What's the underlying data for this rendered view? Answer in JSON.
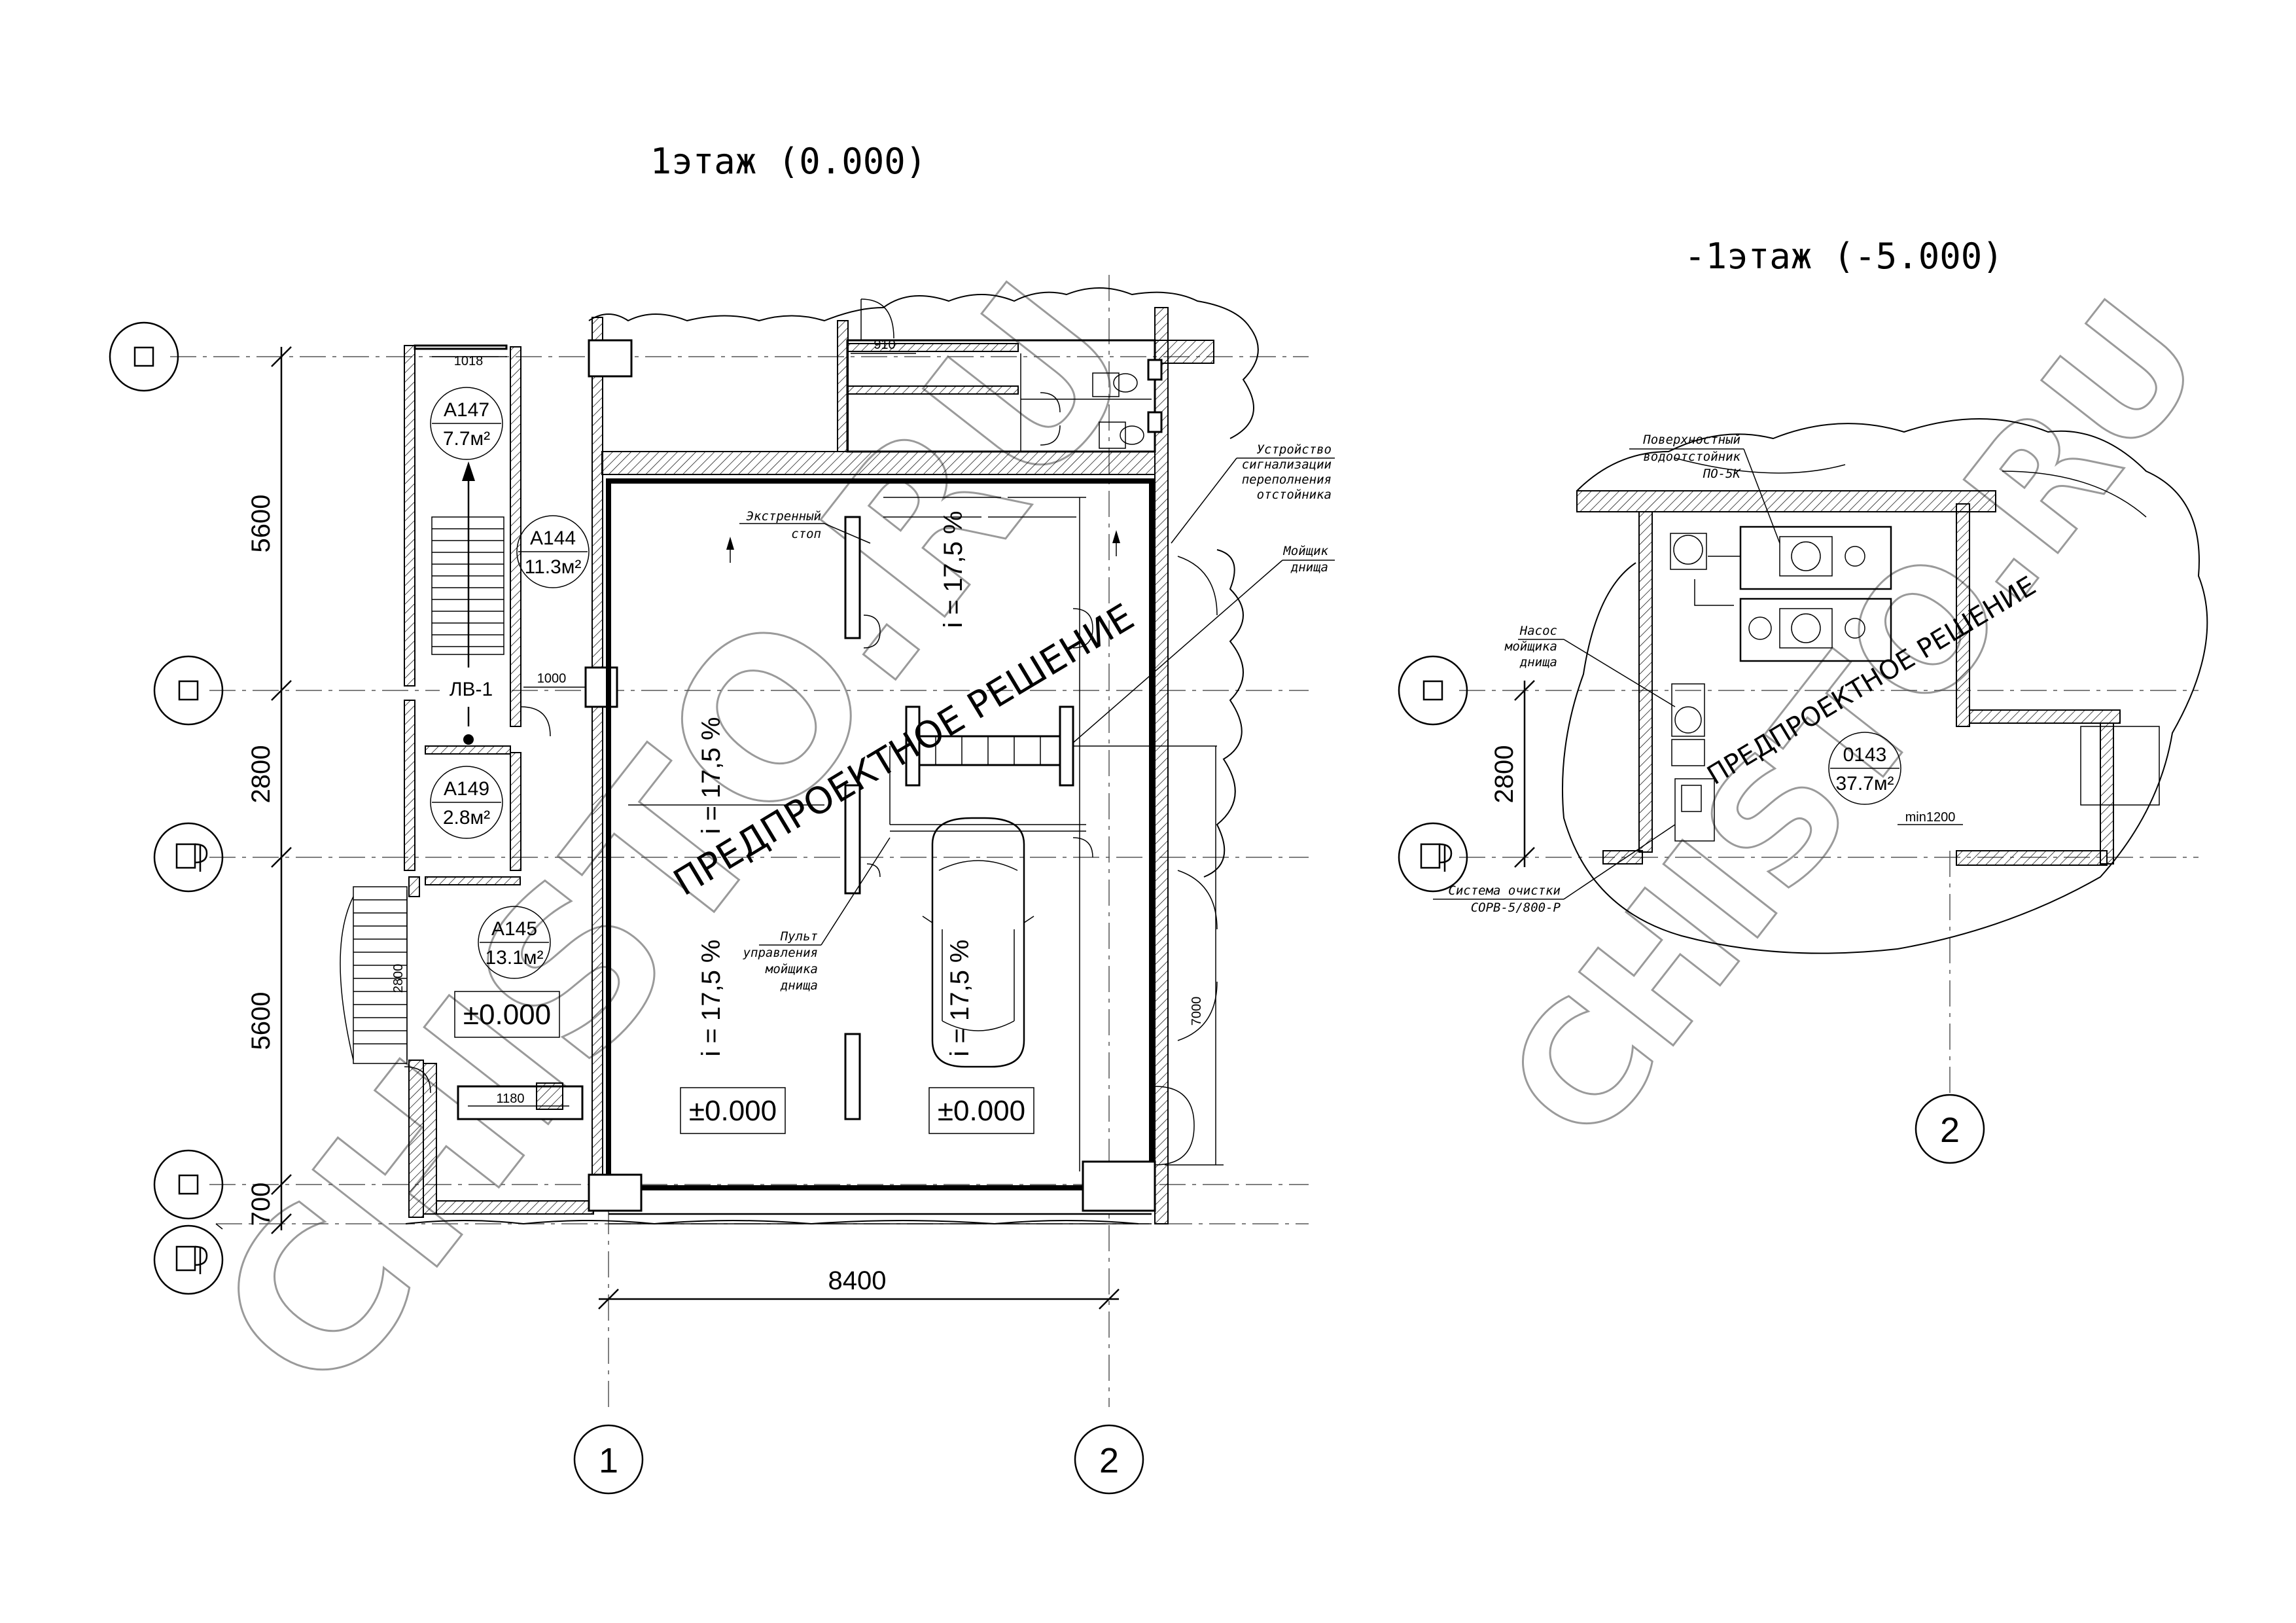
{
  "plans": [
    {
      "title": "1этаж (0.000)",
      "axes_vertical": [
        "1",
        "2"
      ],
      "dimensions": {
        "left_chain": [
          "5600",
          "2800",
          "5600",
          "700"
        ],
        "bottom": "8400",
        "small": [
          "1018",
          "910",
          "1000",
          "2800",
          "1180",
          "7000"
        ]
      },
      "rooms": [
        {
          "id": "А147",
          "area": "7.7м²"
        },
        {
          "id": "А144",
          "area": "11.3м²"
        },
        {
          "id": "ЛВ-1",
          "area": ""
        },
        {
          "id": "А149",
          "area": "2.8м²"
        },
        {
          "id": "А145",
          "area": "13.1м²"
        }
      ],
      "levels": [
        "±0.000",
        "±0.000",
        "±0.000"
      ],
      "slopes": [
        "i = 17,5 %",
        "i = 17,5 %",
        "i = 17,5 %",
        "i = 17,5 %"
      ],
      "callouts": [
        "Устройство сигнализации переполнения отстойника",
        "Мойщик днища",
        "Экстренный стоп",
        "Пульт управления мойщика днища"
      ],
      "stamp": "ПРЕДПРОЕКТНОЕ РЕШЕНИЕ"
    },
    {
      "title": "-1этаж (-5.000)",
      "axes_vertical": [
        "2"
      ],
      "dimensions": {
        "left_chain": [
          "2800"
        ],
        "small": [
          "min1200"
        ]
      },
      "rooms": [
        {
          "id": "0143",
          "area": "37.7м²"
        }
      ],
      "callouts": [
        "Поверхностный водоотстойник ПО-5К",
        "Насос мойщика днища",
        "Система очистки СОРВ-5/800-Р"
      ],
      "stamp": "ПРЕДПРОЕКТНОЕ РЕШЕНИЕ"
    }
  ],
  "watermark": "CHISTO.RU"
}
